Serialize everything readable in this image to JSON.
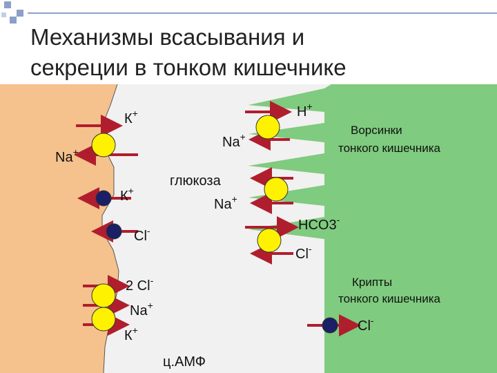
{
  "title": {
    "line1": "Механизмы всасывания и",
    "line2": "секреции в тонком кишечнике"
  },
  "colors": {
    "background_left": "#F5C18C",
    "background_right": "#7FCB7F",
    "lumen": "#F1F1F1",
    "arrow": "#B01E2E",
    "channel_yellow": "#FFF200",
    "channel_navy": "#1B1F66",
    "deco_square": "#8C9FC6",
    "deco_line": "#8C9FC6"
  },
  "labels": {
    "k_top": "К",
    "k_top_sup": "+",
    "h": "Н",
    "h_sup": "+",
    "na_left": "Na",
    "na_left_sup": "+",
    "na_right": "Na",
    "na_right_sup": "+",
    "k_mid": "К",
    "k_mid_sup": "+",
    "glucose": "глюкоза",
    "na_glu": "Na",
    "na_glu_sup": "+",
    "cl_left": "Cl",
    "cl_left_sup": "-",
    "hco3": "HCO3",
    "hco3_sup": "-",
    "cl_right": "Cl",
    "cl_right_sup": "-",
    "cl2": "2 Cl",
    "cl2_sup": "-",
    "na_low": "Na",
    "na_low_sup": "+",
    "k_low": "К",
    "k_low_sup": "+",
    "cl_crypt": "Cl",
    "cl_crypt_sup": "-",
    "camp": "ц.АМФ"
  },
  "notes": {
    "villi_line1": "Ворсинки",
    "villi_line2": "тонкого кишечника",
    "crypt_line1": "Крипты",
    "crypt_line2": "тонкого кишечника"
  }
}
